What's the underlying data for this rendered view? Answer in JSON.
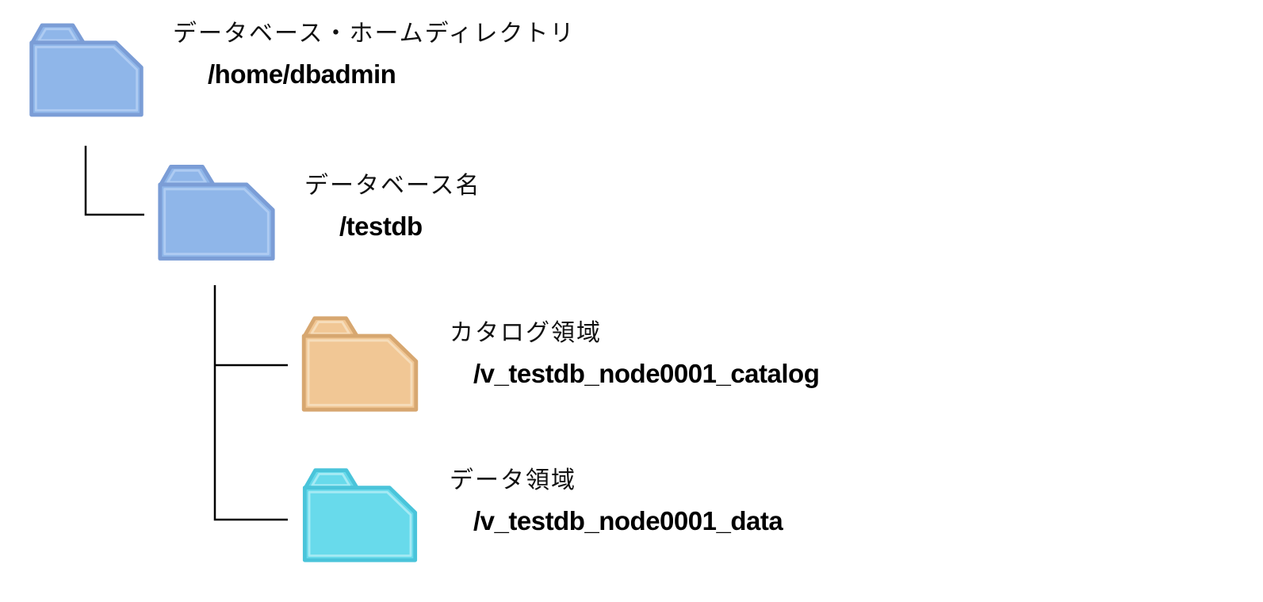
{
  "diagram": {
    "title": "database-directory-structure",
    "nodes": [
      {
        "id": "home",
        "label": "データベース・ホームディレクトリ",
        "path": "/home/dbadmin",
        "colors": {
          "fill": "#8FB6E9",
          "stroke": "#7B9DD6",
          "hl": "#AECBF2"
        }
      },
      {
        "id": "db",
        "label": "データベース名",
        "path": "/testdb",
        "colors": {
          "fill": "#8FB6E9",
          "stroke": "#7B9DD6",
          "hl": "#AECBF2"
        }
      },
      {
        "id": "catalog",
        "label": "カタログ領域",
        "path": "/v_testdb_node0001_catalog",
        "colors": {
          "fill": "#F1C795",
          "stroke": "#D7A770",
          "hl": "#F6DDBB"
        }
      },
      {
        "id": "data",
        "label": "データ領域",
        "path": "/v_testdb_node0001_data",
        "colors": {
          "fill": "#68DAEB",
          "stroke": "#4AC4DA",
          "hl": "#A5EAF4"
        }
      }
    ],
    "connector_color": "#000000"
  }
}
